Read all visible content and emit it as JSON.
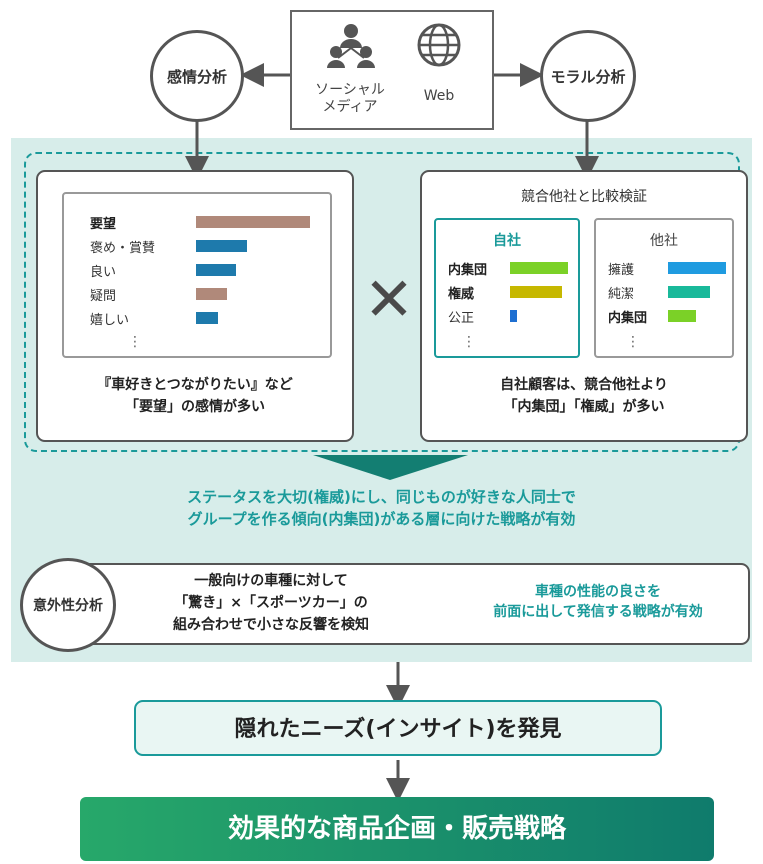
{
  "source": {
    "social_media_label_line1": "ソーシャル",
    "social_media_label_line2": "メディア",
    "web_label": "Web"
  },
  "sentiment_analysis": {
    "circle_label": "感情分析",
    "items": [
      {
        "label": "要望",
        "value": 100,
        "color": "#b0897a",
        "bold": true
      },
      {
        "label": "褒め・賞賛",
        "value": 45,
        "color": "#1e7aac",
        "bold": false
      },
      {
        "label": "良い",
        "value": 35,
        "color": "#1e7aac",
        "bold": false
      },
      {
        "label": "疑問",
        "value": 27,
        "color": "#b0897a",
        "bold": false
      },
      {
        "label": "嬉しい",
        "value": 19,
        "color": "#1e7aac",
        "bold": false
      }
    ],
    "ellipsis": "⋮",
    "caption_line1": "『車好きとつながりたい』など",
    "caption_line2": "「要望」の感情が多い"
  },
  "cross_symbol": "✕",
  "moral_analysis": {
    "circle_label": "モラル分析",
    "panel_title": "競合他社と比較検証",
    "own_company": {
      "title": "自社",
      "items": [
        {
          "label": "内集団",
          "value": 100,
          "color": "#7bd127",
          "bold": true
        },
        {
          "label": "権威",
          "value": 90,
          "color": "#c6b800",
          "bold": true
        },
        {
          "label": "公正",
          "value": 12,
          "color": "#1e6fd1",
          "bold": false
        }
      ]
    },
    "competitor": {
      "title": "他社",
      "items": [
        {
          "label": "擁護",
          "value": 100,
          "color": "#1f9be0",
          "bold": false
        },
        {
          "label": "純潔",
          "value": 73,
          "color": "#19b99a",
          "bold": false
        },
        {
          "label": "内集団",
          "value": 49,
          "color": "#7bd127",
          "bold": true
        }
      ]
    },
    "ellipsis": "⋮",
    "caption_line1": "自社顧客は、競合他社より",
    "caption_line2": "「内集団」「権威」が多い"
  },
  "strategy_result_line1": "ステータスを大切(権威)にし、同じものが好きな人同士で",
  "strategy_result_line2": "グループを作る傾向(内集団)がある層に向けた戦略が有効",
  "unexpectedness": {
    "circle_label": "意外性分析",
    "text_line1": "一般向けの車種に対して",
    "text_line2": "「驚き」×「スポーツカー」の",
    "text_line3": "組み合わせで小さな反響を検知",
    "result_line1": "車種の性能の良さを",
    "result_line2": "前面に出して発信する戦略が有効"
  },
  "insight_box": "隠れたニーズ(インサイト)を発見",
  "final_box": "効果的な商品企画・販売戦略",
  "colors": {
    "teal_bg": "#d7edea",
    "teal_accent": "#1a9a9a",
    "dark_teal": "#137e72",
    "green_gradient_start": "#27a86a",
    "green_gradient_end": "#0f7b6c"
  }
}
